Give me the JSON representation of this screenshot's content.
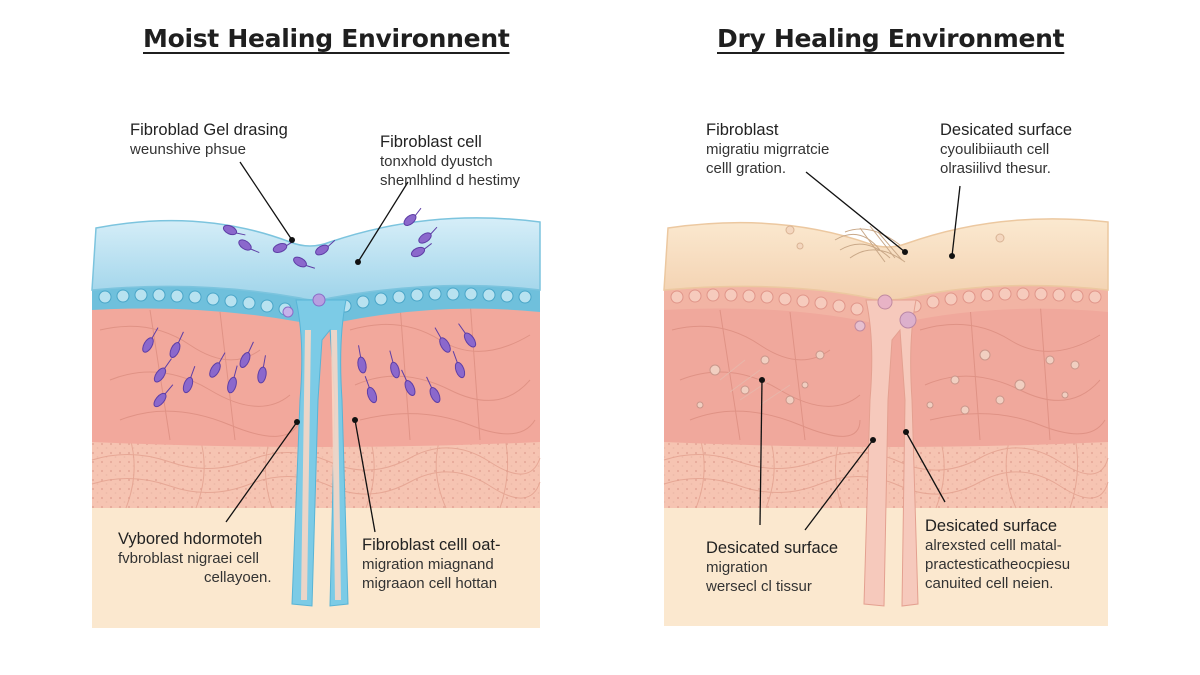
{
  "panels": {
    "moist": {
      "title": "Moist Healing Environnent",
      "labels": [
        {
          "lines": [
            "Fibroblad Gel drasing",
            "weunshive phsue"
          ]
        },
        {
          "lines": [
            "Fibroblast cell",
            "tonxhold dyustch",
            "shemlhlind d hestimy"
          ]
        },
        {
          "lines": [
            "Vybored hdormoteh",
            "fvbroblast nigraei cell",
            "cellayoen."
          ]
        },
        {
          "lines": [
            "Fibroblast celll oat-",
            "migration miagnand",
            "migraaon cell hottan"
          ]
        }
      ],
      "colors": {
        "dressing": "#a8d8ec",
        "dermis": "#f2a89c",
        "cells": "#8860c8"
      }
    },
    "dry": {
      "title": "Dry Healing Environment",
      "labels": [
        {
          "lines": [
            "Fibroblast",
            "migratiu migrratcie",
            "celll gration."
          ]
        },
        {
          "lines": [
            "Desicated surface",
            "cyoulibiiauth cell",
            "olrasiilivd thesur."
          ]
        },
        {
          "lines": [
            "Desicated surface",
            "migration",
            "wersecl cl tissur"
          ]
        },
        {
          "lines": [
            "Desicated surface",
            "alrexsted celll matal-",
            "practesticatheocpiesu",
            "canuited cell neien."
          ]
        }
      ],
      "colors": {
        "scab": "#f6ddb8",
        "dermis": "#f0a89c",
        "cells": "#e8c6b8"
      }
    }
  }
}
